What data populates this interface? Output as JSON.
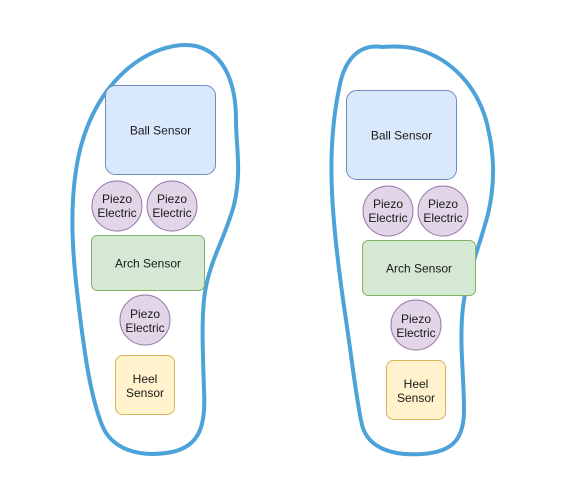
{
  "colors": {
    "outline": "#4da3d9",
    "ball_fill": "#dae8fc",
    "ball_stroke": "#6c8ebf",
    "arch_fill": "#d5e8d4",
    "arch_stroke": "#82b366",
    "piezo_fill": "#e1d5e7",
    "piezo_stroke": "#9673a6",
    "heel_fill": "#fff2cc",
    "heel_stroke": "#d6b656"
  },
  "insoles": [
    {
      "ball_sensor": "Ball Sensor",
      "piezo_pair": [
        {
          "line1": "Piezo",
          "line2": "Electric"
        },
        {
          "line1": "Piezo",
          "line2": "Electric"
        }
      ],
      "arch_sensor": "Arch Sensor",
      "piezo_single": {
        "line1": "Piezo",
        "line2": "Electric"
      },
      "heel_sensor": {
        "line1": "Heel",
        "line2": "Sensor"
      }
    },
    {
      "ball_sensor": "Ball Sensor",
      "piezo_pair": [
        {
          "line1": "Piezo",
          "line2": "Electric"
        },
        {
          "line1": "Piezo",
          "line2": "Electric"
        }
      ],
      "arch_sensor": "Arch Sensor",
      "piezo_single": {
        "line1": "Piezo",
        "line2": "Electric"
      },
      "heel_sensor": {
        "line1": "Heel",
        "line2": "Sensor"
      }
    }
  ]
}
